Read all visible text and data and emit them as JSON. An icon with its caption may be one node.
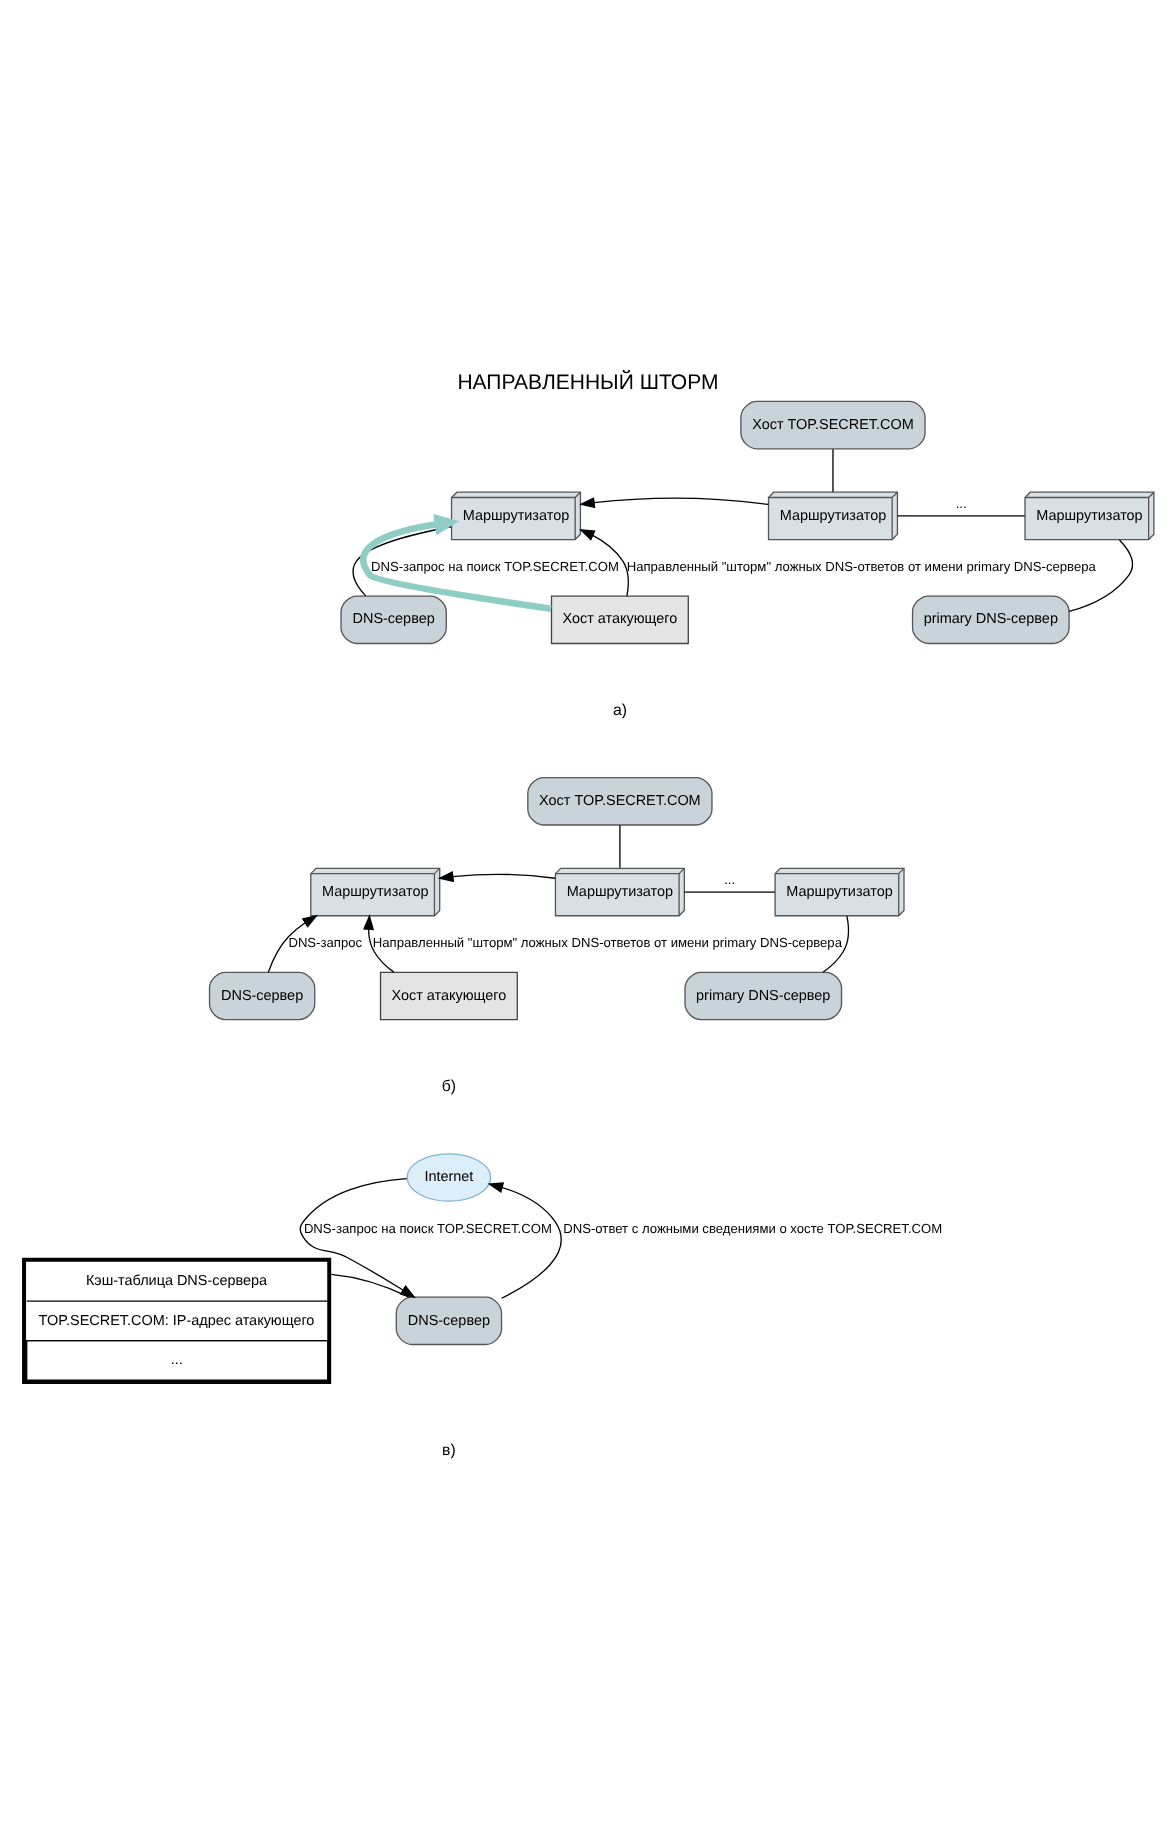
{
  "diagram": {
    "title": "НАПРАВЛЕННЫЙ ШТОРМ",
    "nodes": [
      {
        "text": [
          "DNS-сервер"
        ]
      },
      {
        "text": [
          "Маршрутизатор"
        ]
      },
      {
        "text": [
          "Маршрутизатор"
        ]
      },
      {
        "text": [
          "Маршрутизатор"
        ]
      },
      {
        "text": [
          "Хост TOP.SECRET.COM"
        ]
      },
      {
        "text": [
          "primary DNS-сервер"
        ]
      },
      {
        "text": [
          "Хост атакующего"
        ]
      },
      {
        "text": [
          "DNS-сервер"
        ]
      },
      {
        "text": [
          "Маршрутизатор"
        ]
      },
      {
        "text": [
          "Маршрутизатор"
        ]
      },
      {
        "text": [
          "Маршрутизатор"
        ]
      },
      {
        "text": [
          "Хост TOP.SECRET.COM"
        ]
      },
      {
        "text": [
          "primary DNS-сервер"
        ]
      },
      {
        "text": [
          "Хост атакующего"
        ]
      },
      {
        "text": [
          "Кэш-таблица DNS-сервера",
          "TOP.SECRET.COM: IP-адрес атакующего",
          "..."
        ]
      },
      {
        "text": [
          "DNS-сервер"
        ]
      },
      {
        "text": [
          "Internet"
        ]
      }
    ],
    "edges": [
      {
        "from": 0,
        "to": 1,
        "arrow": "none"
      },
      {
        "from": 2,
        "to": 1,
        "arrow": "to"
      },
      {
        "from": 6,
        "to": 1,
        "arrow": "to",
        "label": "DNS-запрос на поиск TOP.SECRET.COM",
        "style": "thick",
        "color": "#8ecdc4"
      },
      {
        "from": 6,
        "to": 1,
        "arrow": "to",
        "label": "Направленный \"шторм\" ложных DNS-ответов от имени primary DNS-сервера"
      },
      {
        "from": 4,
        "to": 2,
        "arrow": "none"
      },
      {
        "from": 2,
        "to": 3,
        "arrow": "none",
        "label": "..."
      },
      {
        "from": 3,
        "to": 5,
        "arrow": "none"
      },
      {
        "from": 7,
        "to": 8,
        "arrow": "to",
        "label": "DNS-запрос"
      },
      {
        "from": 9,
        "to": 8,
        "arrow": "to"
      },
      {
        "from": 13,
        "to": 8,
        "arrow": "to",
        "label": "Направленный \"шторм\" ложных DNS-ответов от имени primary DNS-сервера"
      },
      {
        "from": 11,
        "to": 9,
        "arrow": "none"
      },
      {
        "from": 9,
        "to": 10,
        "arrow": "none",
        "label": "..."
      },
      {
        "from": 10,
        "to": 12,
        "arrow": "none"
      },
      {
        "from": 14,
        "to": 15,
        "arrow": "none"
      },
      {
        "from": 16,
        "to": 15,
        "arrow": "to",
        "label": "DNS-запрос на поиск TOP.SECRET.COM"
      },
      {
        "from": 15,
        "to": 16,
        "arrow": "to",
        "label": "DNS-ответ с ложными сведениями о хосте TOP.SECRET.COM"
      }
    ],
    "labels": [
      "а)",
      "б)",
      "в)"
    ]
  }
}
